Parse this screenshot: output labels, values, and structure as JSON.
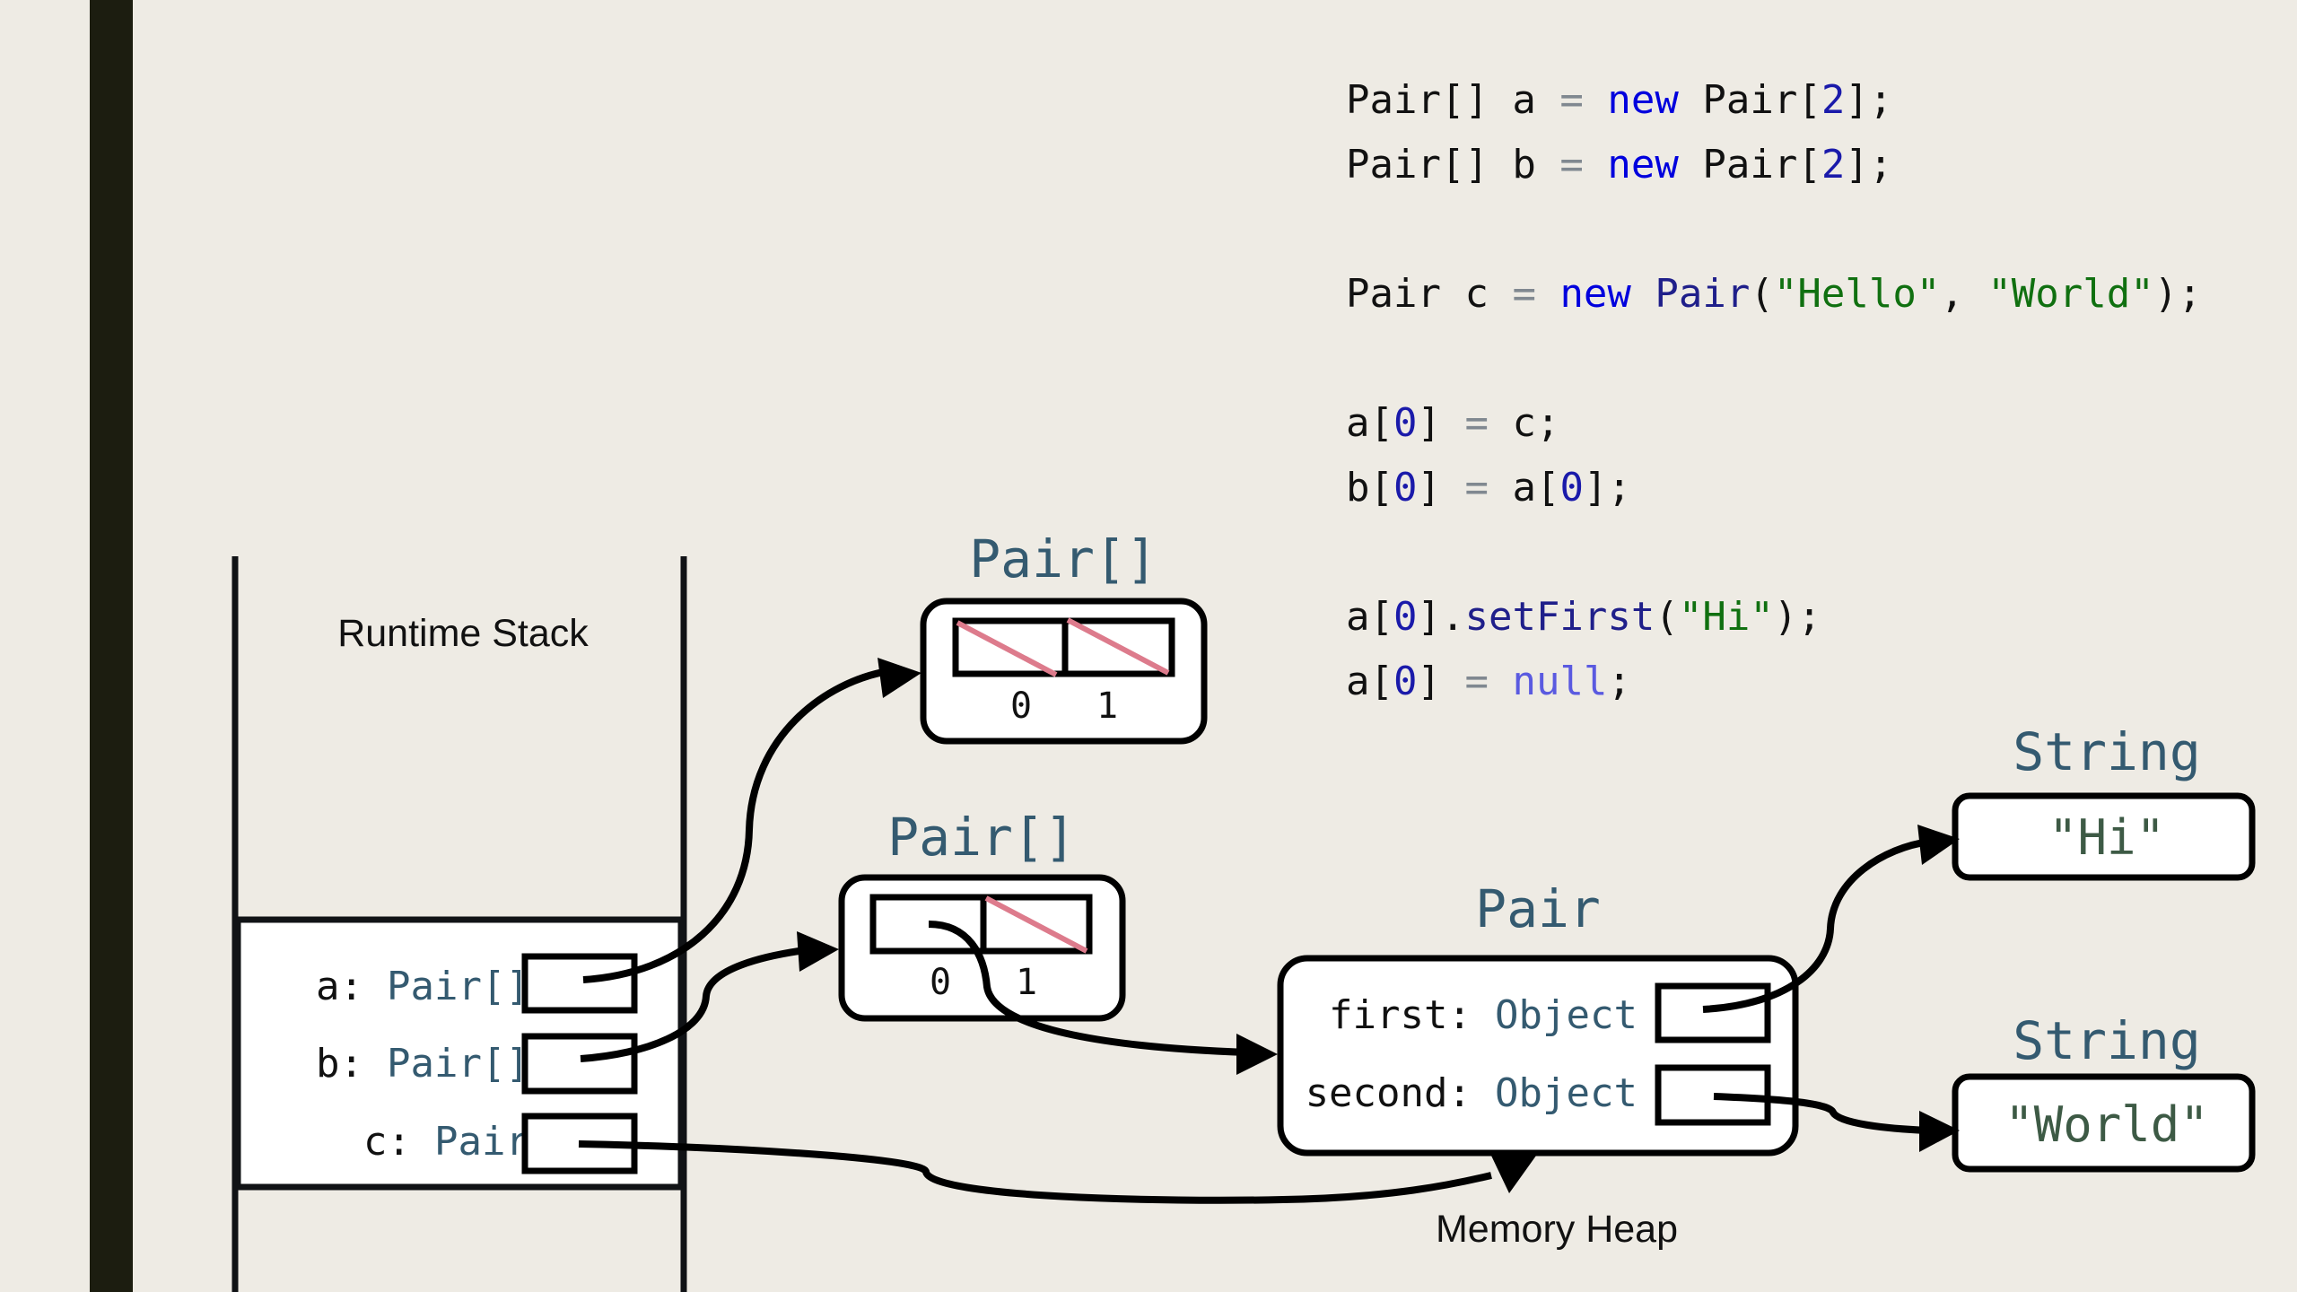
{
  "code": {
    "lines": [
      [
        {
          "t": "Pair[] a ",
          "c": ""
        },
        {
          "t": "=",
          "c": "op"
        },
        {
          "t": " ",
          "c": ""
        },
        {
          "t": "new",
          "c": "kw"
        },
        {
          "t": " Pair[",
          "c": ""
        },
        {
          "t": "2",
          "c": "num"
        },
        {
          "t": "];",
          "c": ""
        }
      ],
      [
        {
          "t": "Pair[] b ",
          "c": ""
        },
        {
          "t": "=",
          "c": "op"
        },
        {
          "t": " ",
          "c": ""
        },
        {
          "t": "new",
          "c": "kw"
        },
        {
          "t": " Pair[",
          "c": ""
        },
        {
          "t": "2",
          "c": "num"
        },
        {
          "t": "];",
          "c": ""
        }
      ],
      [],
      [
        {
          "t": "Pair c ",
          "c": ""
        },
        {
          "t": "=",
          "c": "op"
        },
        {
          "t": " ",
          "c": ""
        },
        {
          "t": "new",
          "c": "kw"
        },
        {
          "t": " ",
          "c": ""
        },
        {
          "t": "Pair",
          "c": "cls"
        },
        {
          "t": "(",
          "c": ""
        },
        {
          "t": "\"Hello\"",
          "c": "str"
        },
        {
          "t": ", ",
          "c": ""
        },
        {
          "t": "\"World\"",
          "c": "str"
        },
        {
          "t": ");",
          "c": ""
        }
      ],
      [],
      [
        {
          "t": "a[",
          "c": ""
        },
        {
          "t": "0",
          "c": "num"
        },
        {
          "t": "] ",
          "c": ""
        },
        {
          "t": "=",
          "c": "op"
        },
        {
          "t": " c;",
          "c": ""
        }
      ],
      [
        {
          "t": "b[",
          "c": ""
        },
        {
          "t": "0",
          "c": "num"
        },
        {
          "t": "] ",
          "c": ""
        },
        {
          "t": "=",
          "c": "op"
        },
        {
          "t": " a[",
          "c": ""
        },
        {
          "t": "0",
          "c": "num"
        },
        {
          "t": "];",
          "c": ""
        }
      ],
      [],
      [
        {
          "t": "a[",
          "c": ""
        },
        {
          "t": "0",
          "c": "num"
        },
        {
          "t": "].",
          "c": ""
        },
        {
          "t": "setFirst",
          "c": "fn"
        },
        {
          "t": "(",
          "c": ""
        },
        {
          "t": "\"Hi\"",
          "c": "str"
        },
        {
          "t": ");",
          "c": ""
        }
      ],
      [
        {
          "t": "a[",
          "c": ""
        },
        {
          "t": "0",
          "c": "num"
        },
        {
          "t": "] ",
          "c": ""
        },
        {
          "t": "=",
          "c": "op"
        },
        {
          "t": " ",
          "c": ""
        },
        {
          "t": "null",
          "c": "null"
        },
        {
          "t": ";",
          "c": ""
        }
      ]
    ]
  },
  "stack": {
    "title": "Runtime Stack",
    "vars": [
      {
        "name": "a:",
        "type": "Pair[]"
      },
      {
        "name": "b:",
        "type": "Pair[]"
      },
      {
        "name": "c:",
        "type": "Pair"
      }
    ]
  },
  "heap": {
    "title": "Memory Heap",
    "array_a": {
      "type": "Pair[]",
      "indices": [
        "0",
        "1"
      ],
      "cells": [
        "null",
        "null"
      ]
    },
    "array_b": {
      "type": "Pair[]",
      "indices": [
        "0",
        "1"
      ],
      "cells": [
        "ref",
        "null"
      ]
    },
    "pair": {
      "type": "Pair",
      "fields": [
        {
          "name": "first:",
          "type": "Object"
        },
        {
          "name": "second:",
          "type": "Object"
        }
      ]
    },
    "string_hi": {
      "type": "String",
      "value": "\"Hi\""
    },
    "string_world": {
      "type": "String",
      "value": "\"World\""
    }
  },
  "colors": {
    "background": "#eeebe4",
    "side_bar": "#1c1d10",
    "type_label": "#345a70",
    "null_slash": "#dd7b8c",
    "string_value": "#3d5a45"
  }
}
